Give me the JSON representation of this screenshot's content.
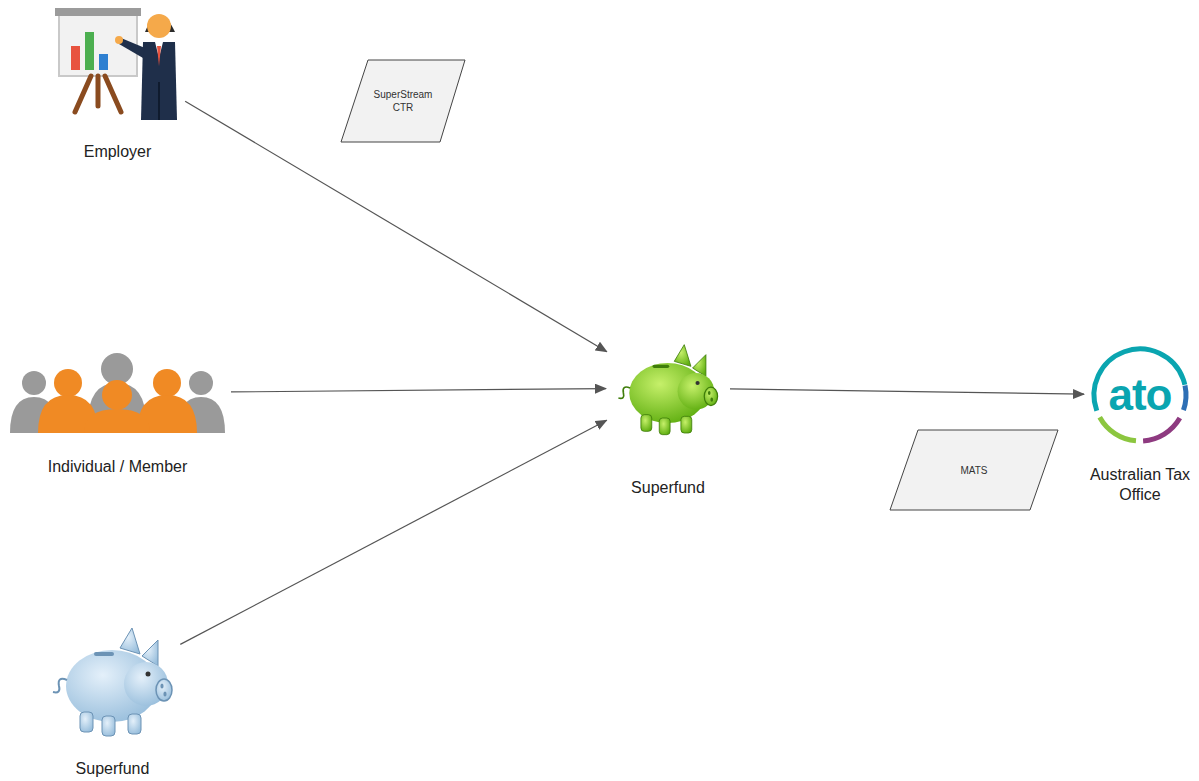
{
  "diagram": {
    "nodes": [
      {
        "text": [
          "Employer"
        ]
      },
      {
        "text": [
          "SuperStream CTR"
        ]
      },
      {
        "text": [
          "Individual / Member"
        ]
      },
      {
        "text": [
          "Superfund"
        ]
      },
      {
        "text": [
          "MATS"
        ]
      },
      {
        "text": [
          "ato",
          "Australian Tax Office"
        ]
      },
      {
        "text": [
          "Superfund"
        ]
      }
    ],
    "edges": [
      {
        "from": 0,
        "to": 3,
        "arrow": "to"
      },
      {
        "from": 2,
        "to": 3,
        "arrow": "to"
      },
      {
        "from": 6,
        "to": 3,
        "arrow": "to"
      },
      {
        "from": 3,
        "to": 5,
        "arrow": "to"
      }
    ]
  }
}
